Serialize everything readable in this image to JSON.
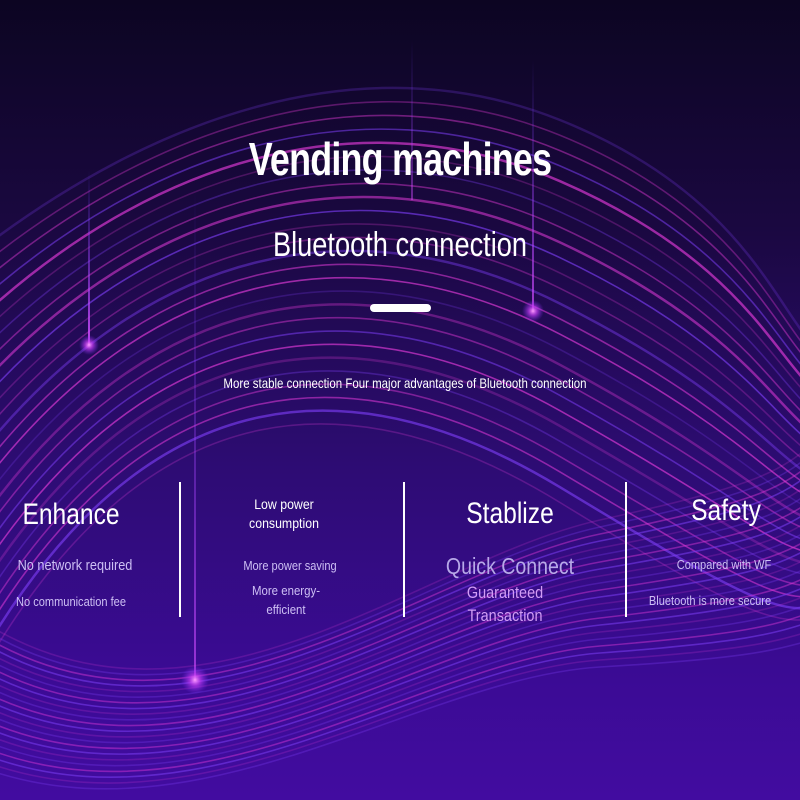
{
  "title": "Vending machines",
  "subtitle": "Bluetooth connection",
  "tagline": "More stable connection Four major advantages of Bluetooth connection",
  "columns": [
    {
      "heading": "Enhance",
      "items": [
        "No network required",
        "No communication fee"
      ]
    },
    {
      "heading": "Low power\nconsumption",
      "items": [
        "More power saving",
        "More energy-\nefficient"
      ]
    },
    {
      "heading": "Stablize",
      "items": [
        "Quick Connect",
        "Guaranteed\nTransaction"
      ]
    },
    {
      "heading": "Safety",
      "items": [
        "Compared with WF",
        "Bluetooth is more secure"
      ]
    }
  ],
  "colors": {
    "background_top": "#0c0522",
    "background_bottom": "#420ca0",
    "wave_pink": "#e23ad8",
    "wave_violet": "#7a3cf0",
    "text": "#ffffff"
  }
}
